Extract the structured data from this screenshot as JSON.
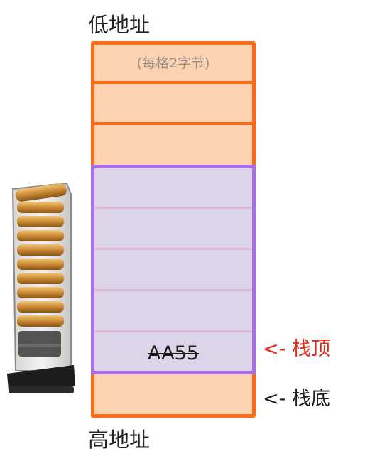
{
  "labels": {
    "low_address": "低地址",
    "high_address": "高地址",
    "cell_note": "(每格2字节)"
  },
  "stack": {
    "value": "AA55",
    "top_pointer": "<- 栈顶",
    "bottom_pointer": "<- 栈底"
  },
  "colors": {
    "frame_orange": "#ff6a14",
    "cell_fill": "#fdd2b1",
    "used_purple": "#a96de4",
    "used_fill": "#dcd5ea",
    "top_pointer_red": "#e8281c"
  },
  "image": {
    "depicts": "magazine-with-bullets"
  }
}
